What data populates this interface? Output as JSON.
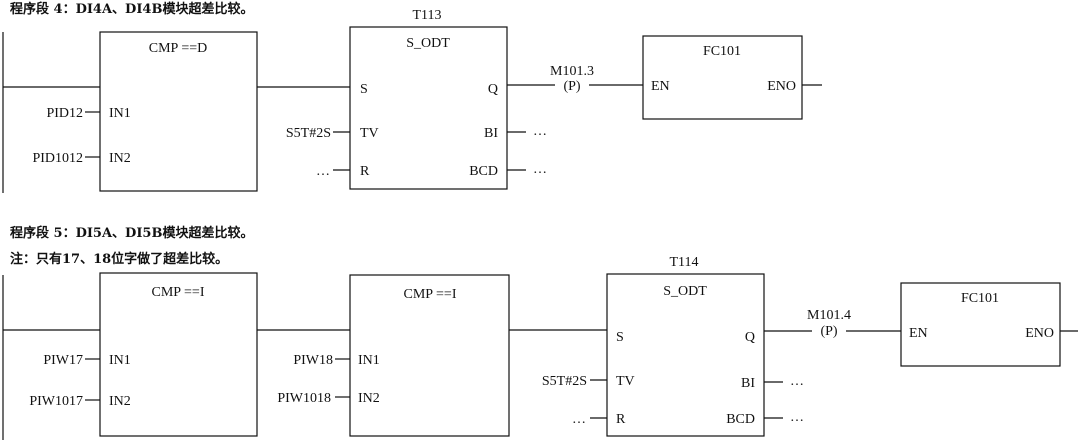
{
  "segment4": {
    "heading": "程序段 4：DI4A、DI4B模块超差比较。",
    "cmp": {
      "title": "CMP ==D",
      "in1_label": "IN1",
      "in2_label": "IN2",
      "in1_signal": "PID12",
      "in2_signal": "PID1012"
    },
    "timer": {
      "number": "T113",
      "type": "S_ODT",
      "s": "S",
      "tv": "TV",
      "r": "R",
      "q": "Q",
      "bi": "BI",
      "bcd": "BCD",
      "tv_value": "S5T#2S",
      "r_signal": "…",
      "bi_out": "…",
      "bcd_out": "…"
    },
    "coil": {
      "address": "M101.3",
      "type": "(P)"
    },
    "fc": {
      "title": "FC101",
      "en": "EN",
      "eno": "ENO"
    }
  },
  "segment5": {
    "heading": "程序段 5：DI5A、DI5B模块超差比较。",
    "note": "注：只有17、18位字做了超差比较。",
    "cmp1": {
      "title": "CMP ==I",
      "in1_label": "IN1",
      "in2_label": "IN2",
      "in1_signal": "PIW17",
      "in2_signal": "PIW1017"
    },
    "cmp2": {
      "title": "CMP ==I",
      "in1_label": "IN1",
      "in2_label": "IN2",
      "in1_signal": "PIW18",
      "in2_signal": "PIW1018"
    },
    "timer": {
      "number": "T114",
      "type": "S_ODT",
      "s": "S",
      "tv": "TV",
      "r": "R",
      "q": "Q",
      "bi": "BI",
      "bcd": "BCD",
      "tv_value": "S5T#2S",
      "r_signal": "…",
      "bi_out": "…",
      "bcd_out": "…"
    },
    "coil": {
      "address": "M101.4",
      "type": "(P)"
    },
    "fc": {
      "title": "FC101",
      "en": "EN",
      "eno": "ENO"
    }
  }
}
